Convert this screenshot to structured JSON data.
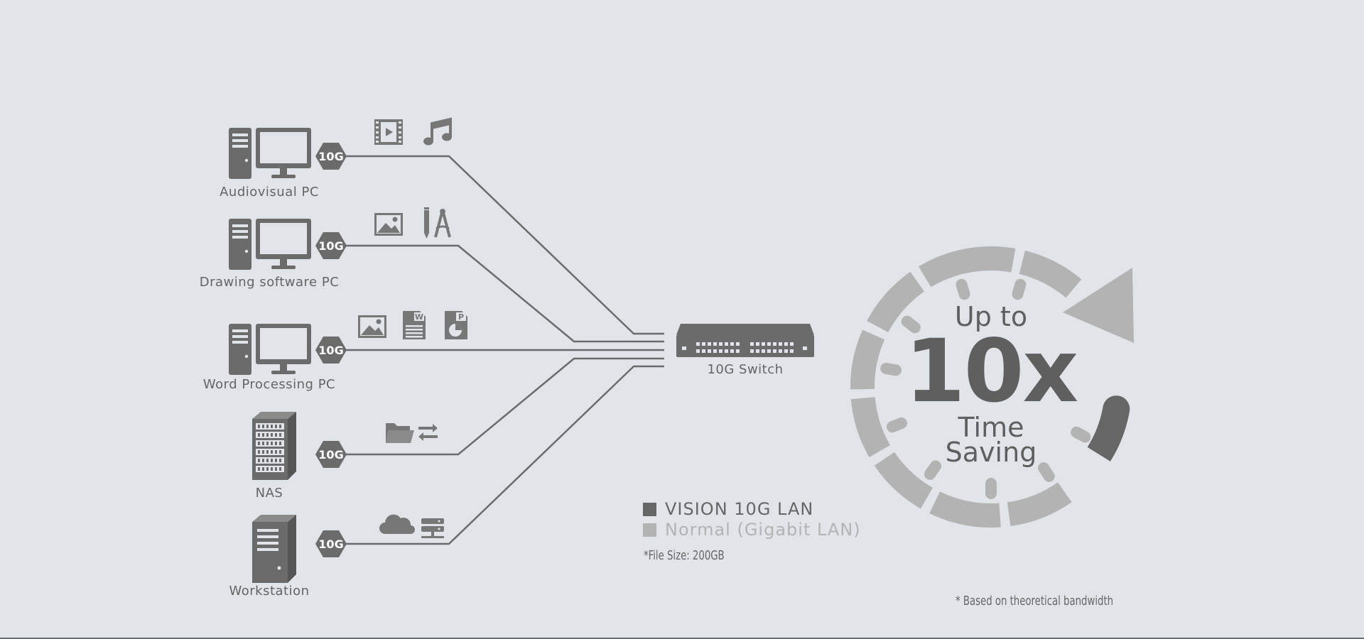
{
  "badge_label": "10G",
  "devices": [
    {
      "label": "Audiovisual PC",
      "icon": "desktop-pc-icon",
      "apps": [
        "film-icon",
        "music-note-icon"
      ]
    },
    {
      "label": "Drawing software PC",
      "icon": "desktop-pc-icon",
      "apps": [
        "image-icon",
        "drawing-tools-icon"
      ]
    },
    {
      "label": "Word Processing PC",
      "icon": "desktop-pc-icon",
      "apps": [
        "image-icon",
        "word-document-icon",
        "presentation-document-icon"
      ]
    },
    {
      "label": "NAS",
      "icon": "nas-server-icon",
      "apps": [
        "folder-transfer-icon"
      ]
    },
    {
      "label": "Workstation",
      "icon": "workstation-tower-icon",
      "apps": [
        "cloud-icon",
        "server-stack-icon"
      ]
    }
  ],
  "switch": {
    "label": "10G Switch"
  },
  "legend": [
    {
      "label": "VISION 10G LAN",
      "color": "#666666"
    },
    {
      "label": "Normal (Gigabit LAN)",
      "color": "#b3b3b3"
    }
  ],
  "file_note": "*File Size: 200GB",
  "gauge": {
    "line1": "Up to",
    "big": "10x",
    "line3": "Time",
    "line4": "Saving",
    "colors": {
      "dark": "#666666",
      "light": "#b3b3b3"
    }
  },
  "footnote": "* Based on theoretical bandwidth"
}
